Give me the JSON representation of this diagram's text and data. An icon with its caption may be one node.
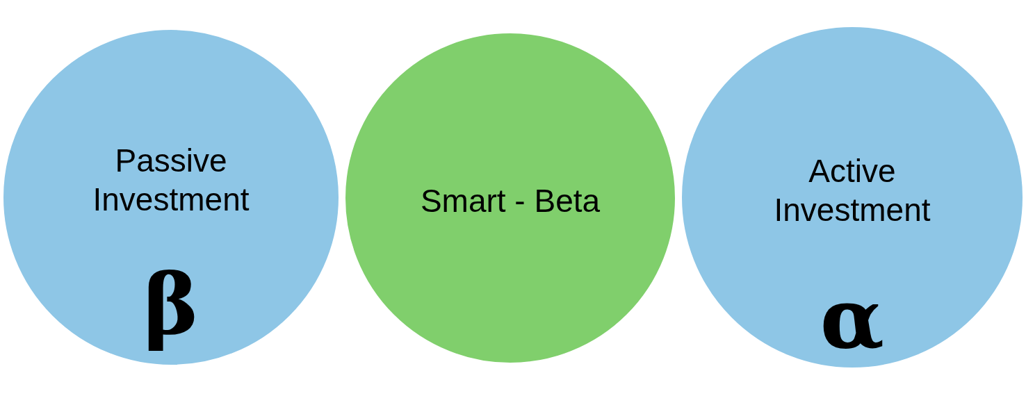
{
  "diagram": {
    "nodes": [
      {
        "text": [
          "Passive Investment",
          "β"
        ]
      },
      {
        "text": [
          "Smart - Beta"
        ]
      },
      {
        "text": [
          "Active Investment",
          "α"
        ]
      }
    ]
  }
}
